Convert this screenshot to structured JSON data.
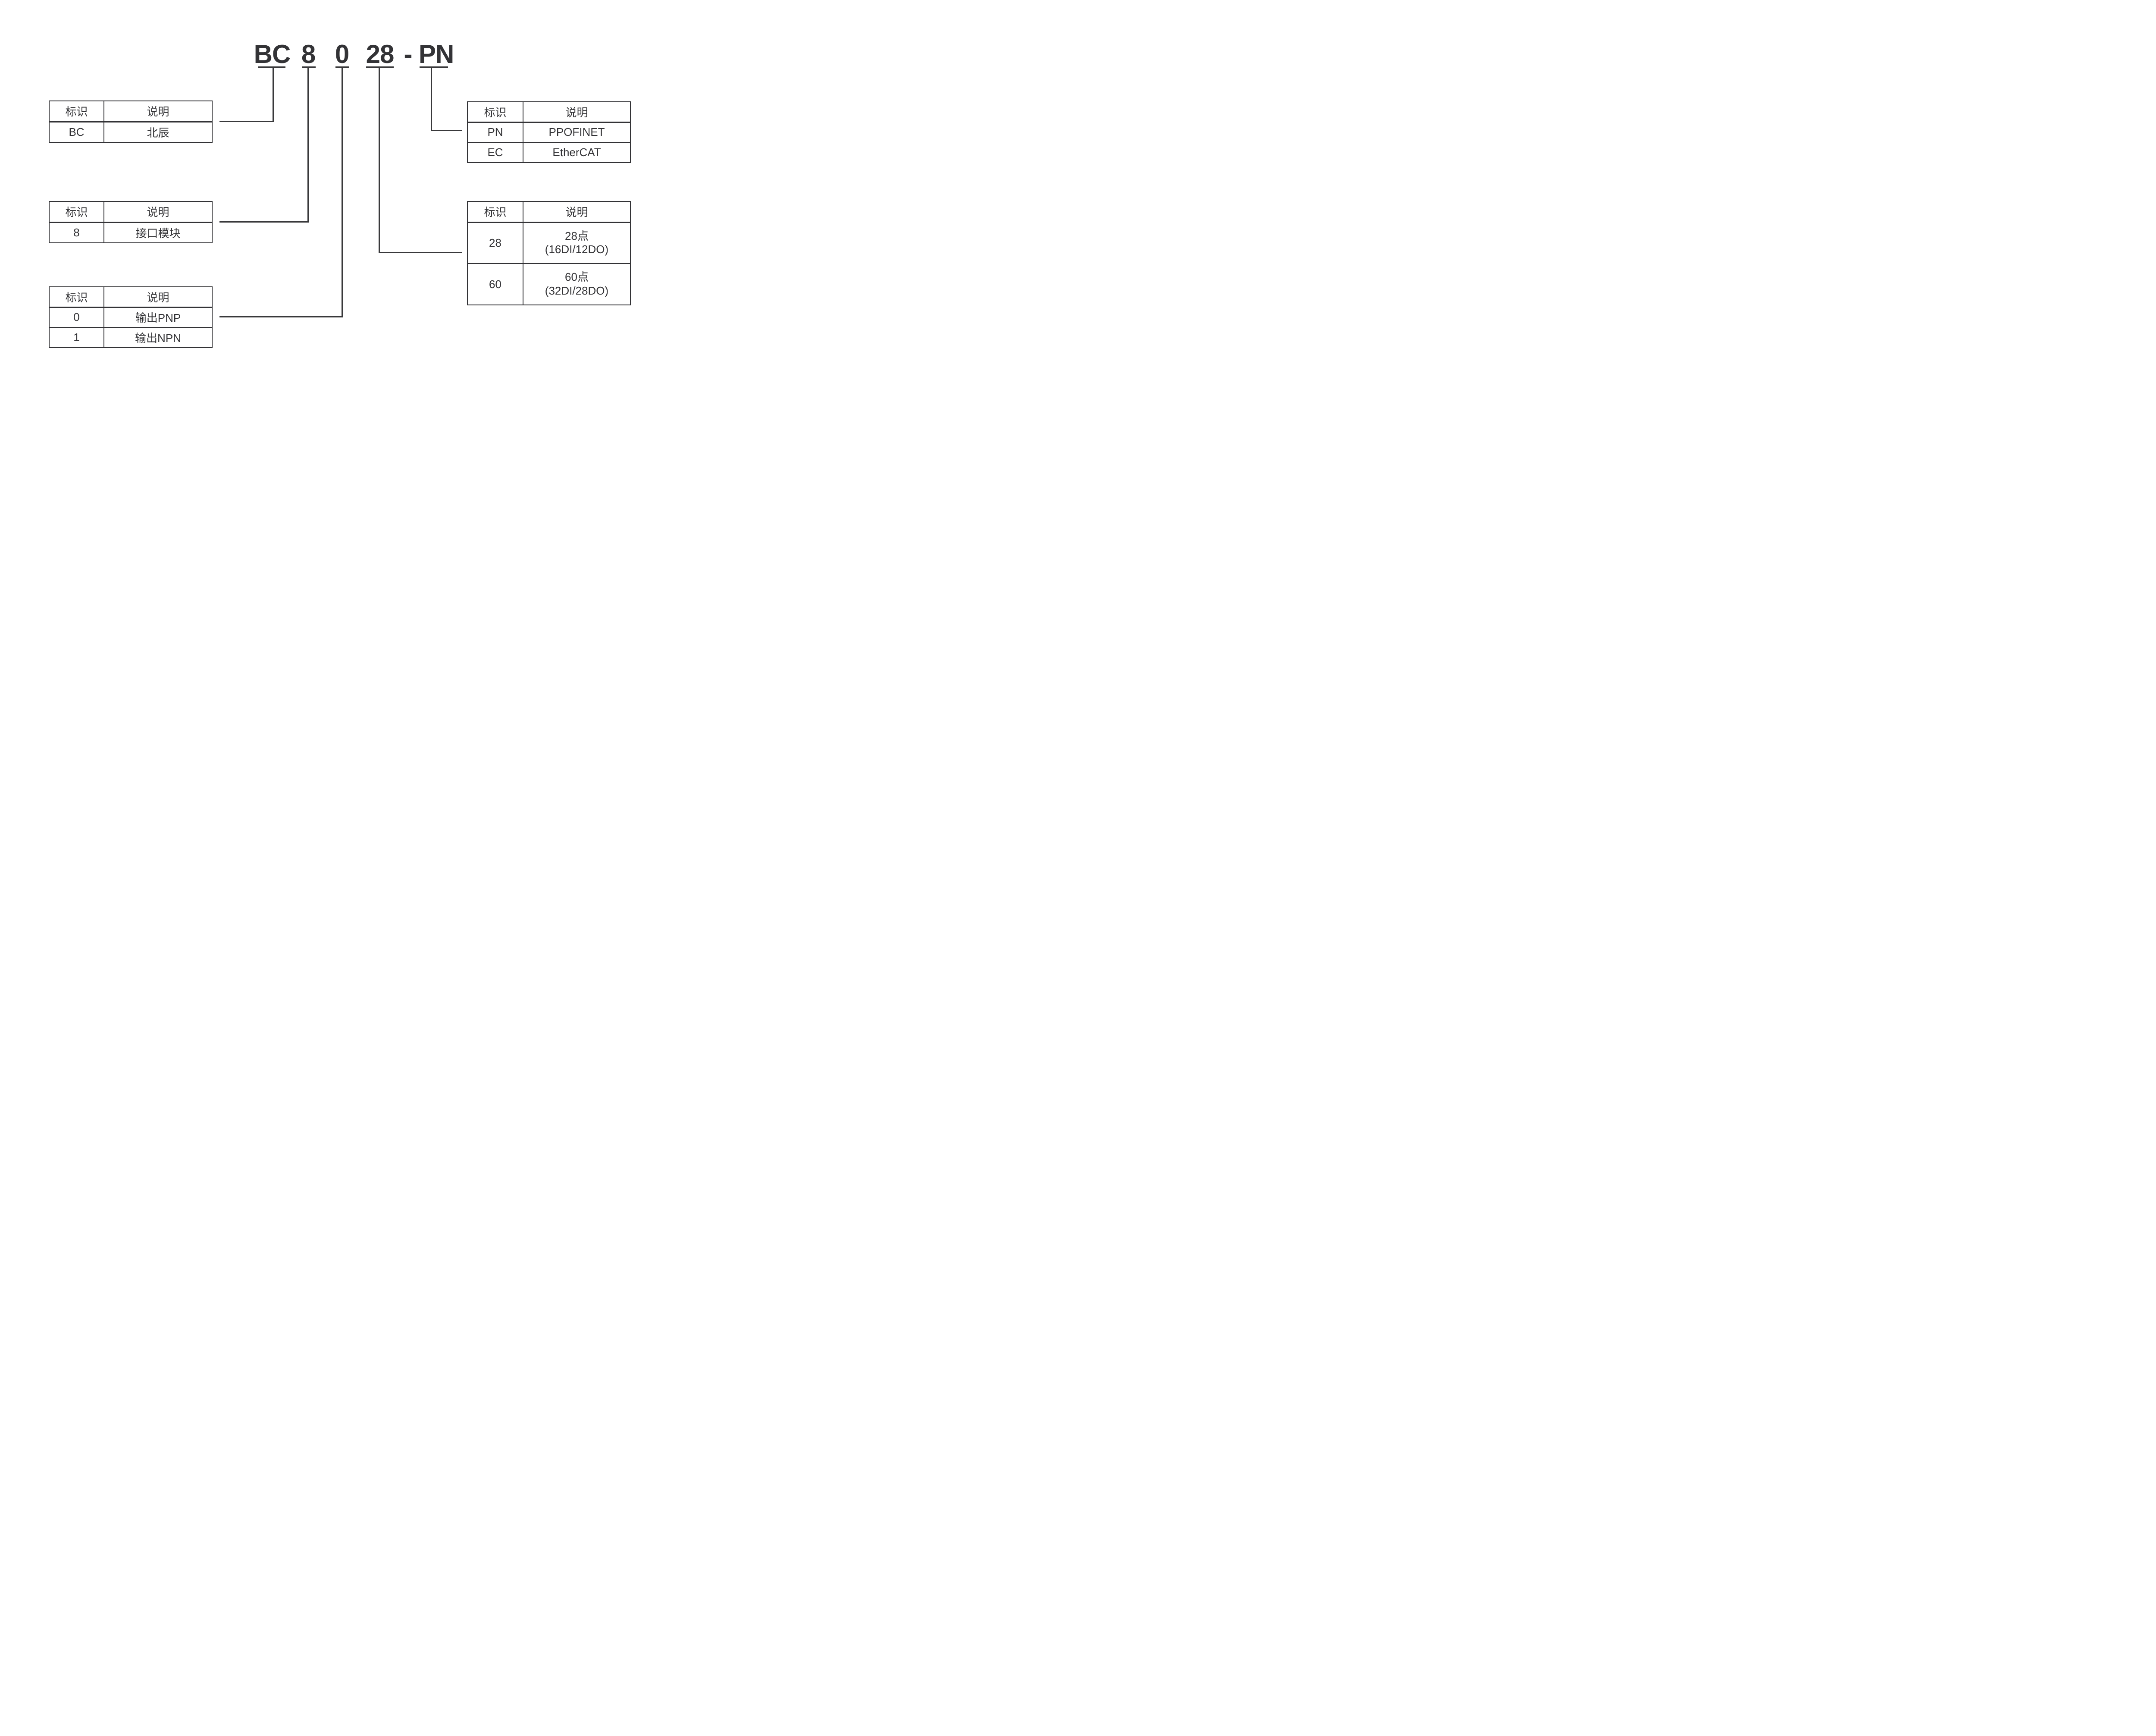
{
  "page": {
    "background_color": "#ffffff",
    "line_color": "#39393b",
    "text_color": "#333336"
  },
  "title": {
    "full_code": "BC 8 0 28 - PN",
    "segments": [
      "BC",
      "8",
      "0",
      "28",
      "-",
      "PN"
    ]
  },
  "tables": [
    {
      "id": "brand",
      "headers": [
        "标识",
        "说明"
      ],
      "rows": [
        [
          "BC",
          "北辰"
        ]
      ]
    },
    {
      "id": "module-type",
      "headers": [
        "标识",
        "说明"
      ],
      "rows": [
        [
          "8",
          "接口模块"
        ]
      ]
    },
    {
      "id": "output-type",
      "headers": [
        "标识",
        "说明"
      ],
      "rows": [
        [
          "0",
          "输出PNP"
        ],
        [
          "1",
          "输出NPN"
        ]
      ]
    },
    {
      "id": "bus-protocol",
      "headers": [
        "标识",
        "说明"
      ],
      "rows": [
        [
          "PN",
          "PPOFINET"
        ],
        [
          "EC",
          "EtherCAT"
        ]
      ]
    },
    {
      "id": "io-points",
      "headers": [
        "标识",
        "说明"
      ],
      "rows": [
        [
          "28",
          "28点",
          "(16DI/12DO)"
        ],
        [
          "60",
          "60点",
          "(32DI/28DO)"
        ]
      ]
    }
  ]
}
